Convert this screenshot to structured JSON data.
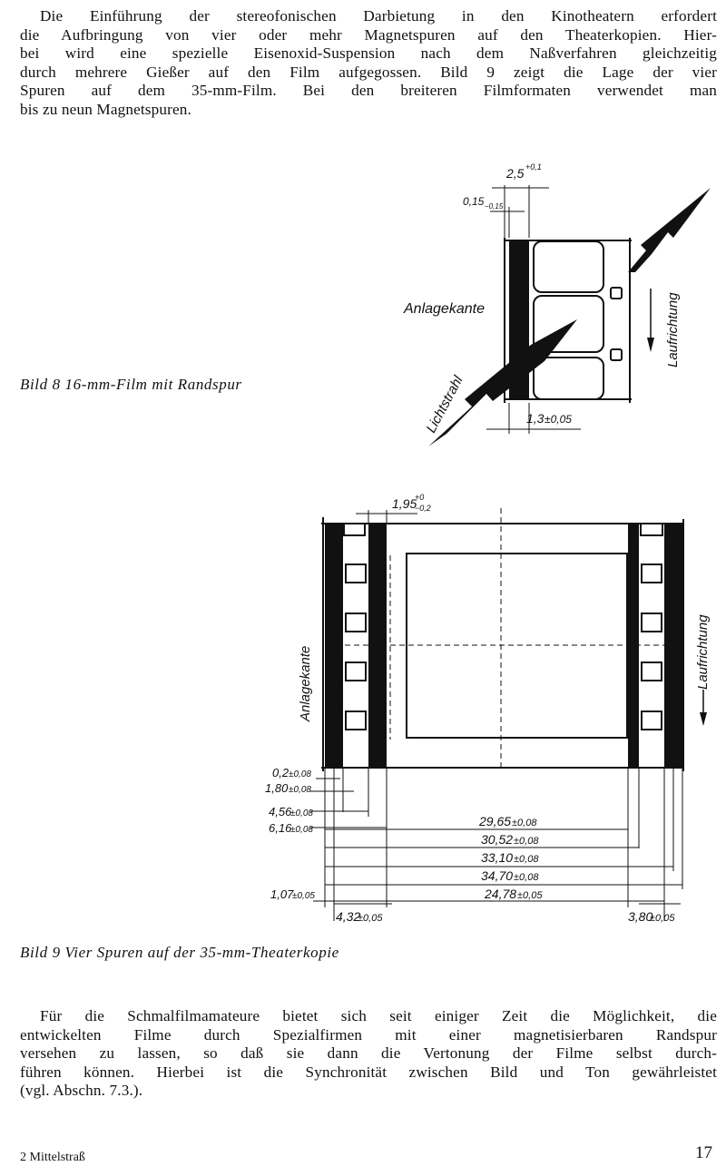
{
  "paragraph_top": [
    "Die Einführung der stereofonischen Darbietung in den Kinotheatern erfordert",
    "die Aufbringung von vier oder mehr Magnetspuren auf den Theaterkopien. Hier-",
    "bei wird eine spezielle Eisenoxid-Suspension nach dem Naßverfahren gleichzeitig",
    "durch mehrere Gießer auf den Film aufgegossen. Bild 9 zeigt die Lage der vier",
    "Spuren auf dem 35-mm-Film. Bei den breiteren Filmformaten verwendet man",
    "bis zu neun Magnetspuren."
  ],
  "figure8": {
    "caption": "Bild 8  16-mm-Film mit Randspur",
    "label_anlagekante": "Anlagekante",
    "label_laufrichtung": "Laufrichtung",
    "label_lichtstrahl": "Lichtstrahl",
    "dim_width": "2,5",
    "dim_width_tol": "+0,1",
    "dim_edge": "0,15",
    "dim_edge_tol": "−0,15",
    "dim_track": "1,3",
    "dim_track_tol": "±0,05"
  },
  "figure9": {
    "caption": "Bild 9  Vier Spuren auf der 35-mm-Theaterkopie",
    "label_anlagekante": "Anlagekante",
    "label_laufrichtung": "Laufrichtung",
    "dim_top": "1,95",
    "dim_top_tol_upper": "+0",
    "dim_top_tol_lower": "−0,2",
    "dims_left": [
      {
        "value": "0,2",
        "tol": "±0,08"
      },
      {
        "value": "1,80",
        "tol": "±0,08"
      },
      {
        "value": "4,56",
        "tol": "±0,08"
      },
      {
        "value": "6,16",
        "tol": "±0,08"
      },
      {
        "value": "1,07",
        "tol": "±0,05"
      }
    ],
    "dims_center": [
      {
        "value": "29,65",
        "tol": "±0,08"
      },
      {
        "value": "30,52",
        "tol": "±0,08"
      },
      {
        "value": "33,10",
        "tol": "±0,08"
      },
      {
        "value": "34,70",
        "tol": "±0,08"
      },
      {
        "value": "24,78",
        "tol": "±0,05"
      }
    ],
    "dim_bottom_left": {
      "value": "4,32",
      "tol": "±0,05"
    },
    "dim_bottom_right": {
      "value": "3,80",
      "tol": "±0,05"
    }
  },
  "paragraph_bottom": [
    "Für die Schmalfilmamateure bietet sich seit einiger Zeit die Möglichkeit, die",
    "entwickelten Filme durch Spezialfirmen mit einer magnetisierbaren Randspur",
    "versehen zu lassen, so daß sie dann die Vertonung der Filme selbst durch-",
    "führen können. Hierbei ist die Synchronität zwischen Bild und Ton gewährleistet",
    "(vgl. Abschn. 7.3.)."
  ],
  "footer": {
    "signature": "2  Mittelstraß",
    "page_number": "17"
  }
}
